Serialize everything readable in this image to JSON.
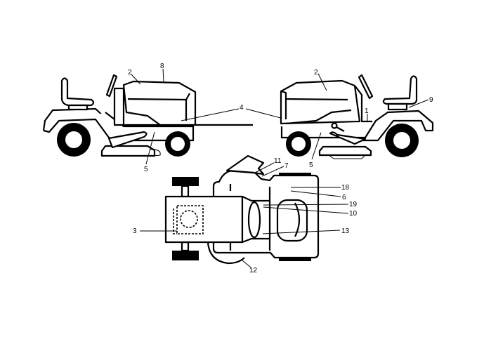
{
  "diagram": {
    "callouts": {
      "left_view": [
        "2",
        "8",
        "4",
        "5"
      ],
      "right_view": [
        "2",
        "1",
        "9",
        "5"
      ],
      "top_view": [
        "11",
        "7",
        "18",
        "6",
        "19",
        "10",
        "13",
        "3",
        "12"
      ]
    },
    "shared_label": "4"
  }
}
